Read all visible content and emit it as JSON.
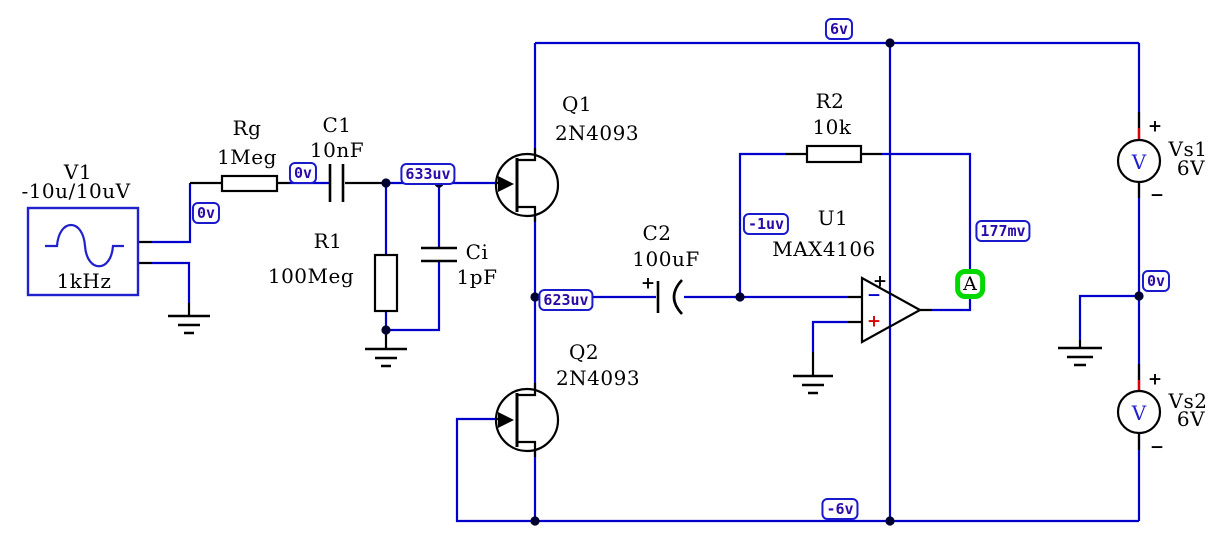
{
  "components": {
    "v1": {
      "ref": "V1",
      "value": "-10u/10uV",
      "frequency": "1kHz"
    },
    "rg": {
      "ref": "Rg",
      "value": "1Meg"
    },
    "c1": {
      "ref": "C1",
      "value": "10nF"
    },
    "r1": {
      "ref": "R1",
      "value": "100Meg"
    },
    "ci": {
      "ref": "Ci",
      "value": "1pF"
    },
    "q1": {
      "ref": "Q1",
      "value": "2N4093"
    },
    "q2": {
      "ref": "Q2",
      "value": "2N4093"
    },
    "c2": {
      "ref": "C2",
      "value": "100uF",
      "polarity_mark": "+"
    },
    "r2": {
      "ref": "R2",
      "value": "10k"
    },
    "u1": {
      "ref": "U1",
      "value": "MAX4106",
      "supply_mark": "+",
      "inverting_mark": "−",
      "noninverting_mark": "+"
    },
    "vs1": {
      "ref": "Vs1",
      "value": "6V",
      "symbol": "V",
      "plus_mark": "+",
      "minus_mark": "−"
    },
    "vs2": {
      "ref": "Vs2",
      "value": "6V",
      "symbol": "V",
      "plus_mark": "+",
      "minus_mark": "−"
    }
  },
  "node_voltages": {
    "v1_output": "0v",
    "rg_c1_node": "0v",
    "q1_gate": "633uv",
    "q1_source": "623uv",
    "inverting_input": "-1uv",
    "amplifier_output": "177mv",
    "positive_rail": "6v",
    "negative_rail": "-6v",
    "supply_midpoint": "0v"
  },
  "probe": {
    "label": "A"
  },
  "colors": {
    "wire": "#0000CC",
    "node_label_text": "#2A0AA8",
    "node_label_border": "#1A1ACC",
    "probe_ring": "#00D800",
    "polarity_red": "#D80000",
    "component_outline": "#000000"
  }
}
